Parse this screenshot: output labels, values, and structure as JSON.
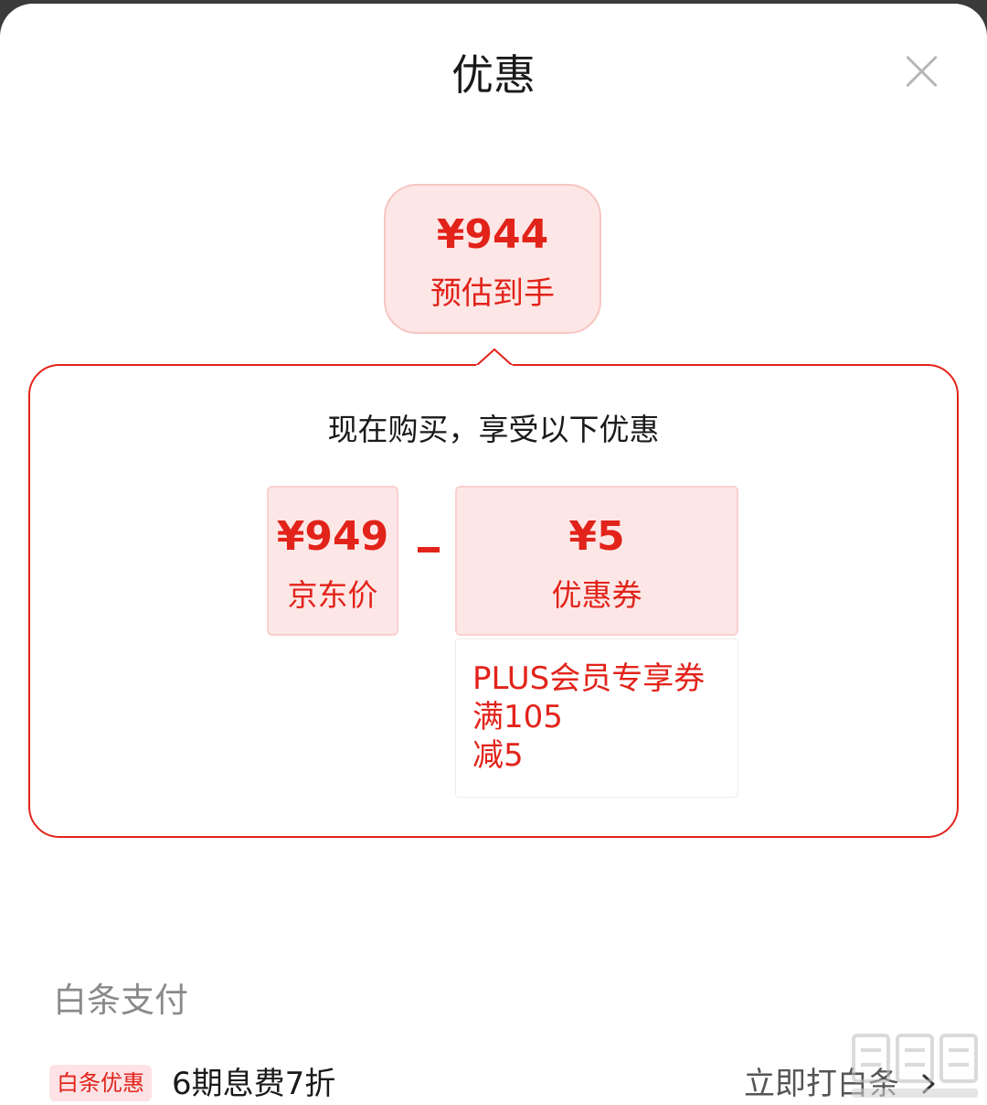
{
  "sheet": {
    "title": "优惠"
  },
  "estimate": {
    "price": "¥944",
    "label": "预估到手"
  },
  "discount": {
    "heading": "现在购买，享受以下优惠",
    "base_price": {
      "value": "¥949",
      "label": "京东价"
    },
    "operator": "minus",
    "coupon": {
      "value": "¥5",
      "label": "优惠券"
    },
    "coupon_detail": "PLUS会员专享券\n满105\n减5"
  },
  "baitiao": {
    "title": "白条支付",
    "badge": "白条优惠",
    "promo": "6期息费7折",
    "action": "立即打白条"
  },
  "icons": {
    "close": "close-icon",
    "chevron": "chevron-right-icon"
  },
  "colors": {
    "accent": "#e2231a",
    "tile_bg": "#fde7e6",
    "badge_bg": "#fde3e6"
  }
}
